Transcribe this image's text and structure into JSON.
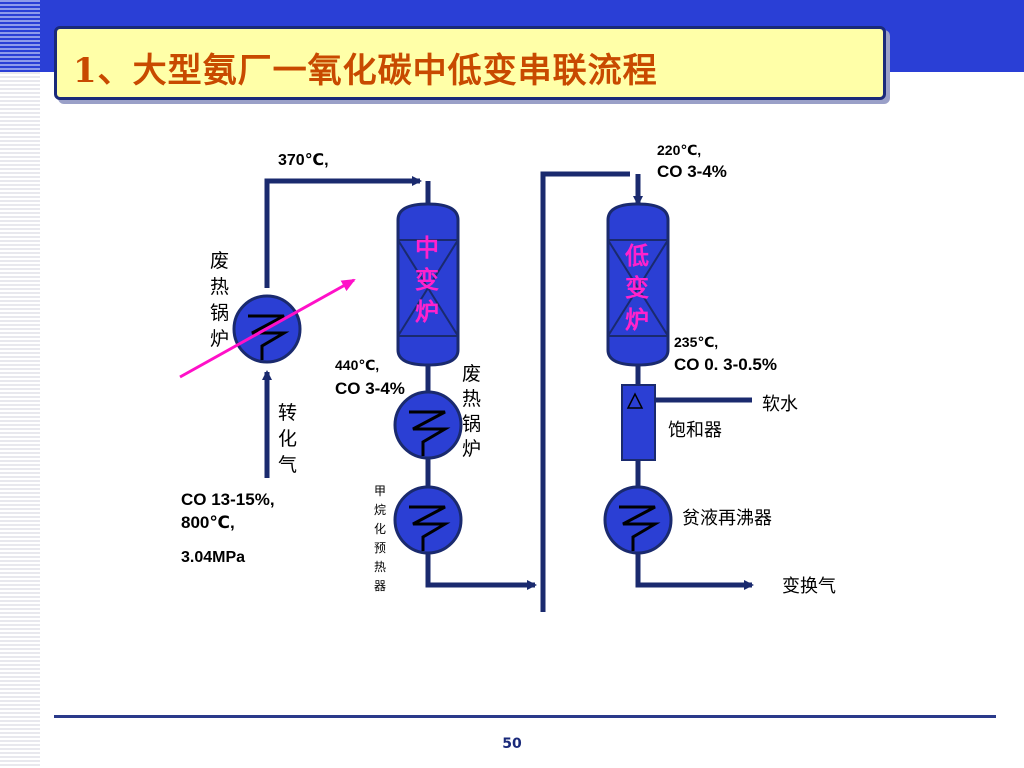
{
  "title": "1、大型氨厂一氧化碳中低变串联流程",
  "page_number": "50",
  "colors": {
    "accent_blue": "#2a3fd6",
    "vessel_fill": "#2b3fd4",
    "pipe": "#1a2a6e",
    "title_bg": "#ffffa8",
    "title_text": "#c84a00",
    "furnace_text": "#ff22cc",
    "water_arrow": "#ff10c8"
  },
  "labels": {
    "inlet_gas": "转化气",
    "inlet_condition_1": "CO 13-15%,",
    "inlet_condition_2": "800℃,",
    "inlet_pressure": "3.04MPa",
    "waste_heat_boiler_1": "废热锅炉",
    "mid_inlet_temp": "370℃,",
    "mid_shift_furnace": "中变炉",
    "mid_outlet_temp": "440℃,",
    "mid_outlet_co": "CO 3-4%",
    "waste_heat_boiler_2": "废热锅炉",
    "methanator_preheater": "甲烷化预热器",
    "low_inlet_temp": "220℃,",
    "low_inlet_co": "CO 3-4%",
    "low_shift_furnace": "低变炉",
    "low_outlet_temp": "235℃,",
    "low_outlet_co": "CO 0. 3-0.5%",
    "soft_water": "软水",
    "saturator": "饱和器",
    "lean_reboiler": "贫液再沸器",
    "shift_gas": "变换气"
  }
}
